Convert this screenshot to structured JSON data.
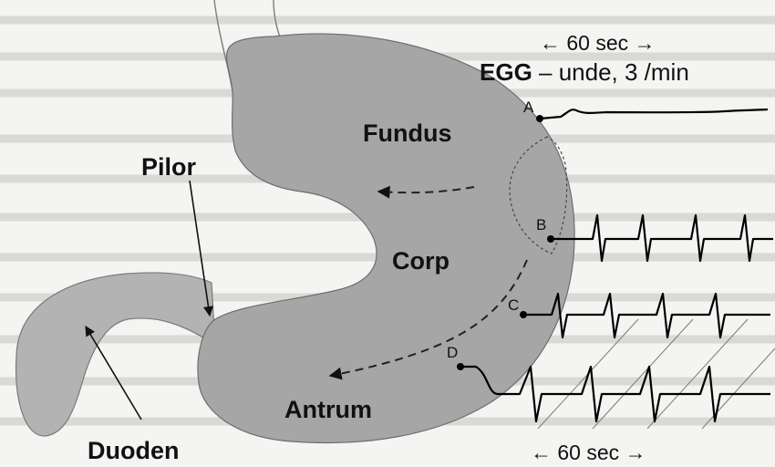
{
  "labels": {
    "fundus": "Fundus",
    "corp": "Corp",
    "antrum": "Antrum",
    "pilor": "Pilor",
    "duoden": "Duoden"
  },
  "egg": {
    "title_bold": "EGG",
    "title_rest": " – unde, 3 /min",
    "time_top": "← 60 sec →",
    "time_bottom": "← 60 sec →",
    "leads": [
      "A",
      "B",
      "C",
      "D"
    ]
  }
}
